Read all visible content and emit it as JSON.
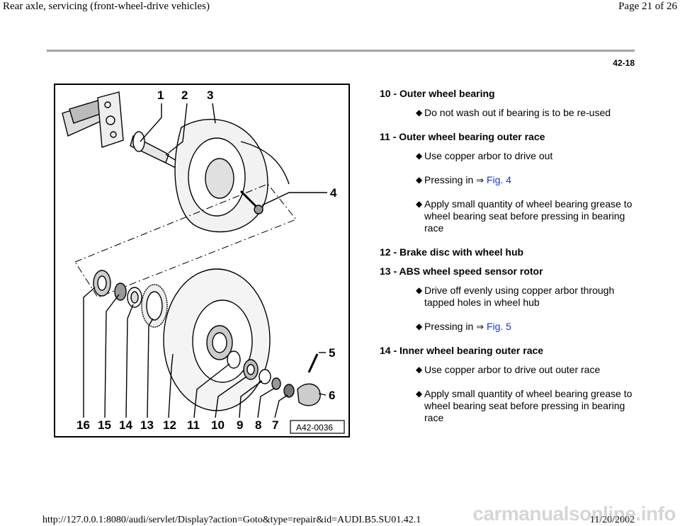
{
  "header": {
    "title": "Rear axle, servicing (front-wheel-drive vehicles)",
    "page_of": "Page 21 of 26"
  },
  "page_number": "42-18",
  "figure": {
    "labels": [
      "1",
      "2",
      "3",
      "4",
      "5",
      "6",
      "7",
      "8",
      "9",
      "10",
      "11",
      "12",
      "13",
      "14",
      "15",
      "16"
    ],
    "code": "A42-0036"
  },
  "legend": [
    {
      "title": "10 - Outer wheel bearing",
      "bullets": [
        {
          "text": "Do not wash out if bearing is to be re-used"
        }
      ]
    },
    {
      "title": "11 - Outer wheel bearing outer race",
      "bullets": [
        {
          "text": "Use copper arbor to drive out"
        },
        {
          "text": "Pressing in",
          "arrow": "⇒",
          "link": "Fig. 4"
        },
        {
          "text": "Apply small quantity of wheel bearing grease to wheel bearing seat before pressing in bearing race"
        }
      ]
    },
    {
      "title": "12 - Brake disc with wheel hub",
      "bullets": []
    },
    {
      "title": "13 - ABS wheel speed sensor rotor",
      "bullets": [
        {
          "text": "Drive off evenly using copper arbor through tapped holes in wheel hub"
        },
        {
          "text": "Pressing in",
          "arrow": "⇒",
          "link": "Fig. 5"
        }
      ]
    },
    {
      "title": "14 - Inner wheel bearing outer race",
      "bullets": [
        {
          "text": "Use copper arbor to drive out outer race"
        },
        {
          "text": "Apply small quantity of wheel bearing grease to wheel bearing seat before pressing in bearing race"
        }
      ]
    }
  ],
  "footer": {
    "url": "http://127.0.0.1:8080/audi/servlet/Display?action=Goto&type=repair&id=AUDI.B5.SU01.42.1",
    "date": "11/20/2002",
    "watermark": "carmanualsonline.info"
  },
  "icons": {
    "bullet": "diamond-icon",
    "arrow": "double-arrow-right-icon"
  }
}
